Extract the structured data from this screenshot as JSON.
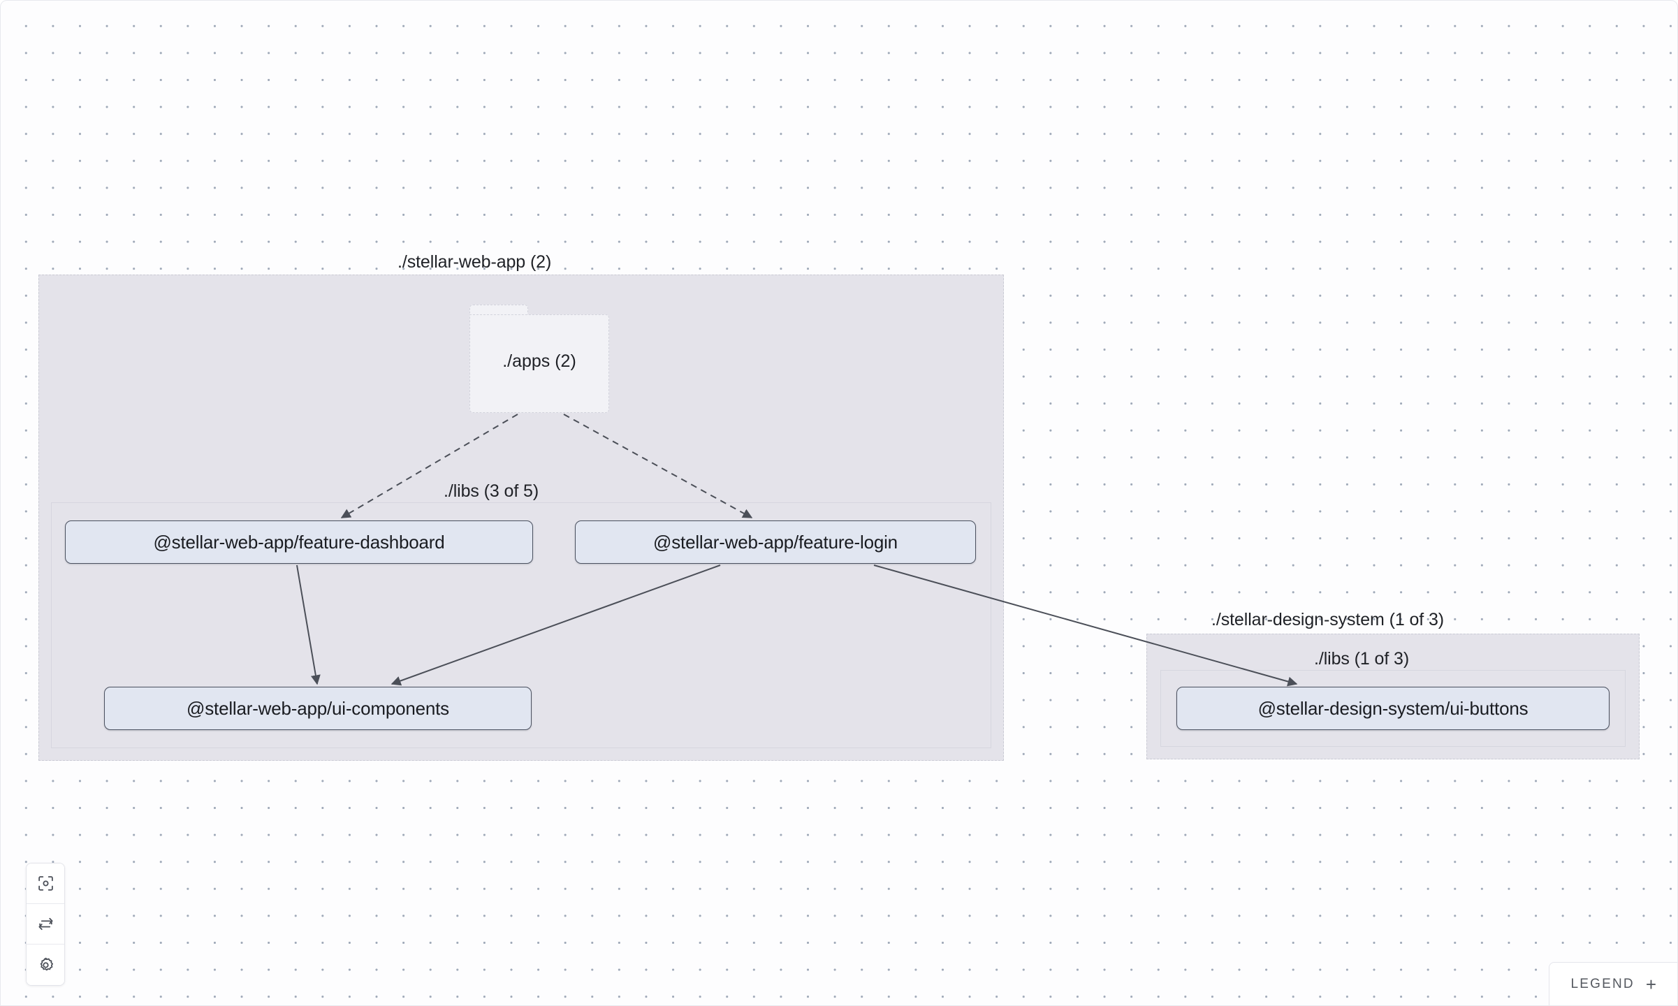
{
  "canvas": {
    "background_color": "#fdfdfe",
    "dot_color": "#9fa9b8",
    "grid_spacing": 38
  },
  "graph": {
    "projects": [
      {
        "id": "stellar-web-app",
        "label": "./stellar-web-app (2)",
        "group_color": "#e4e3ea",
        "folders": [
          {
            "id": "apps",
            "label": "./apps (2)"
          }
        ],
        "subgroups": [
          {
            "id": "libs",
            "label": "./libs (3 of 5)"
          }
        ],
        "nodes": [
          {
            "id": "feature-dashboard",
            "label": "@stellar-web-app/feature-dashboard"
          },
          {
            "id": "feature-login",
            "label": "@stellar-web-app/feature-login"
          },
          {
            "id": "ui-components",
            "label": "@stellar-web-app/ui-components"
          }
        ]
      },
      {
        "id": "stellar-design-system",
        "label": "./stellar-design-system (1 of 3)",
        "group_color": "#e4e3ea",
        "folders": [],
        "subgroups": [
          {
            "id": "ds-libs",
            "label": "./libs (1 of 3)"
          }
        ],
        "nodes": [
          {
            "id": "ui-buttons",
            "label": "@stellar-design-system/ui-buttons"
          }
        ]
      }
    ],
    "edges": [
      {
        "from": "apps",
        "to": "feature-dashboard",
        "style": "dashed"
      },
      {
        "from": "apps",
        "to": "feature-login",
        "style": "dashed"
      },
      {
        "from": "feature-dashboard",
        "to": "ui-components",
        "style": "solid"
      },
      {
        "from": "feature-login",
        "to": "ui-components",
        "style": "solid"
      },
      {
        "from": "feature-login",
        "to": "ui-buttons",
        "style": "solid"
      }
    ],
    "edge_color": "#4b4f58",
    "node_fill": "#e1e6f1",
    "node_border": "#4b5160"
  },
  "controls": {
    "buttons": [
      {
        "id": "focus",
        "icon": "focus-target-icon",
        "title": "Focus graph"
      },
      {
        "id": "refresh",
        "icon": "refresh-icon",
        "title": "Refresh graph"
      },
      {
        "id": "settings",
        "icon": "gear-icon",
        "title": "Graph settings"
      }
    ]
  },
  "legend": {
    "label": "LEGEND",
    "plus": "+"
  }
}
